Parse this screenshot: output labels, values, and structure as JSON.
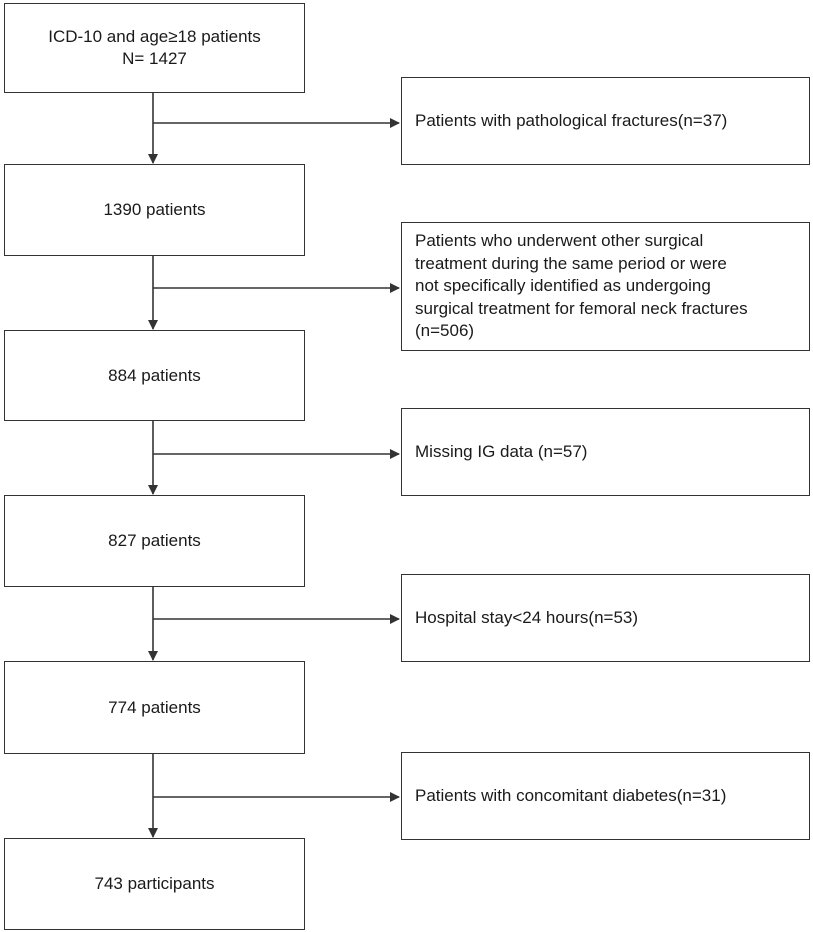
{
  "flowchart": {
    "main_steps": [
      {
        "id": "start",
        "lines": [
          "ICD-10 and age≥18 patients",
          "N= 1427"
        ]
      },
      {
        "id": "step2",
        "lines": [
          "1390 patients"
        ]
      },
      {
        "id": "step3",
        "lines": [
          "884 patients"
        ]
      },
      {
        "id": "step4",
        "lines": [
          "827 patients"
        ]
      },
      {
        "id": "step5",
        "lines": [
          "774 patients"
        ]
      },
      {
        "id": "final",
        "lines": [
          "743 participants"
        ]
      }
    ],
    "exclusions": [
      {
        "lines": [
          "Patients with pathological fractures(n=37)"
        ]
      },
      {
        "lines": [
          "Patients who underwent other surgical",
          "treatment during the same period or were",
          "not specifically identified as undergoing",
          "surgical treatment for femoral neck fractures",
          "(n=506)"
        ]
      },
      {
        "lines": [
          "Missing IG data (n=57)"
        ]
      },
      {
        "lines": [
          "Hospital stay<24 hours(n=53)"
        ]
      },
      {
        "lines": [
          "Patients with concomitant diabetes(n=31)"
        ]
      }
    ]
  },
  "colors": {
    "line": "#333333",
    "text": "#1a1a1a",
    "background": "#ffffff"
  }
}
